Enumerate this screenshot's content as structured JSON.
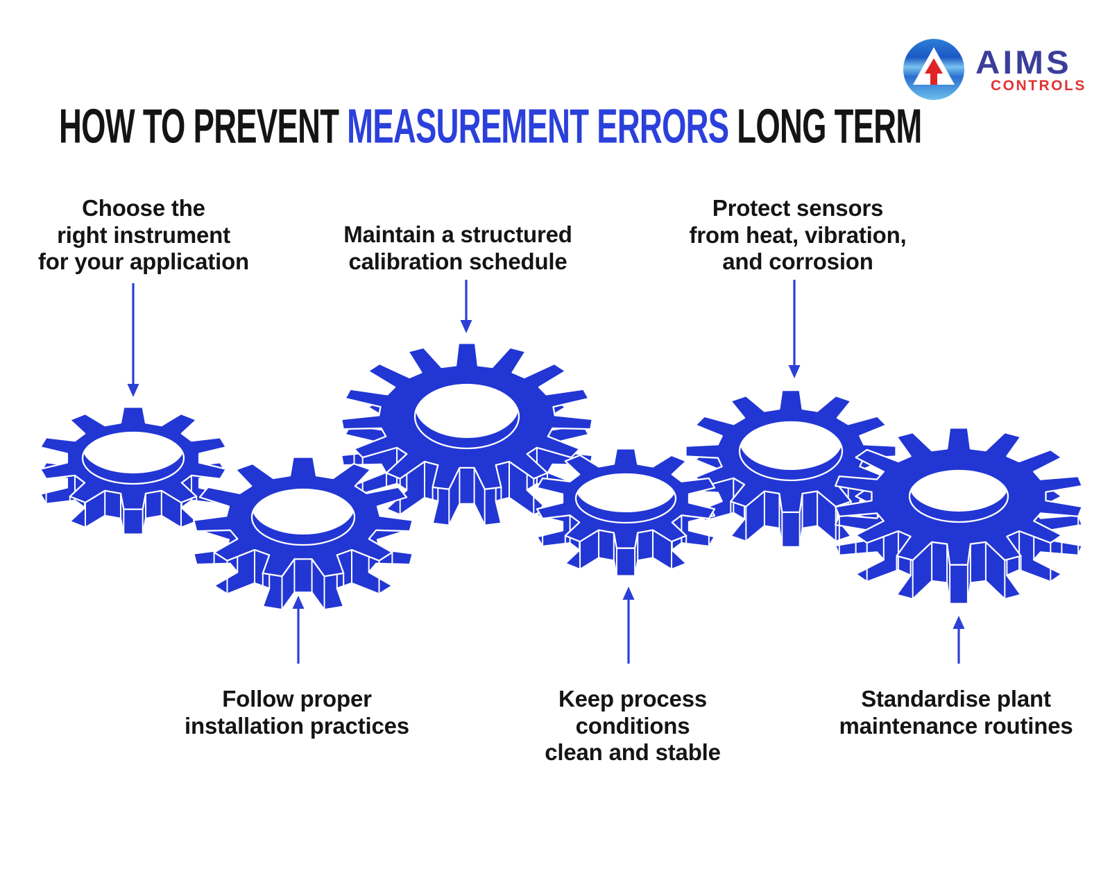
{
  "title": {
    "pre": "HOW TO PREVENT ",
    "highlight": "MEASUREMENT ERRORS",
    "post": " LONG TERM"
  },
  "logo": {
    "name": "AIMS",
    "subtitle": "CONTROLS"
  },
  "steps": [
    {
      "position": "top-left",
      "lines": [
        "Choose the",
        "right instrument",
        "for your application"
      ]
    },
    {
      "position": "top-center",
      "lines": [
        "Maintain a structured",
        "calibration schedule"
      ]
    },
    {
      "position": "top-right",
      "lines": [
        "Protect sensors",
        "from heat, vibration,",
        "and corrosion"
      ]
    },
    {
      "position": "bottom-left",
      "lines": [
        "Follow proper",
        "installation practices"
      ]
    },
    {
      "position": "bottom-center",
      "lines": [
        "Keep process",
        "conditions",
        "clean and stable"
      ]
    },
    {
      "position": "bottom-right",
      "lines": [
        "Standardise plant",
        "maintenance routines"
      ]
    }
  ],
  "icons": {
    "gear_count": 6,
    "gear_icon": "gear-icon",
    "down_arrow_icon": "arrow-down-icon",
    "up_arrow_icon": "arrow-up-icon",
    "logo_mark": "triangle-arrow-logo-icon"
  },
  "colors": {
    "gear_blue": "#2236d4",
    "title_blue": "#2b40db",
    "arrow_blue": "#2c40d6",
    "text_black": "#141414",
    "gear_outline": "#ffffff",
    "logo_navy": "#3b3e99",
    "logo_red": "#e03434",
    "background": "#ffffff"
  }
}
